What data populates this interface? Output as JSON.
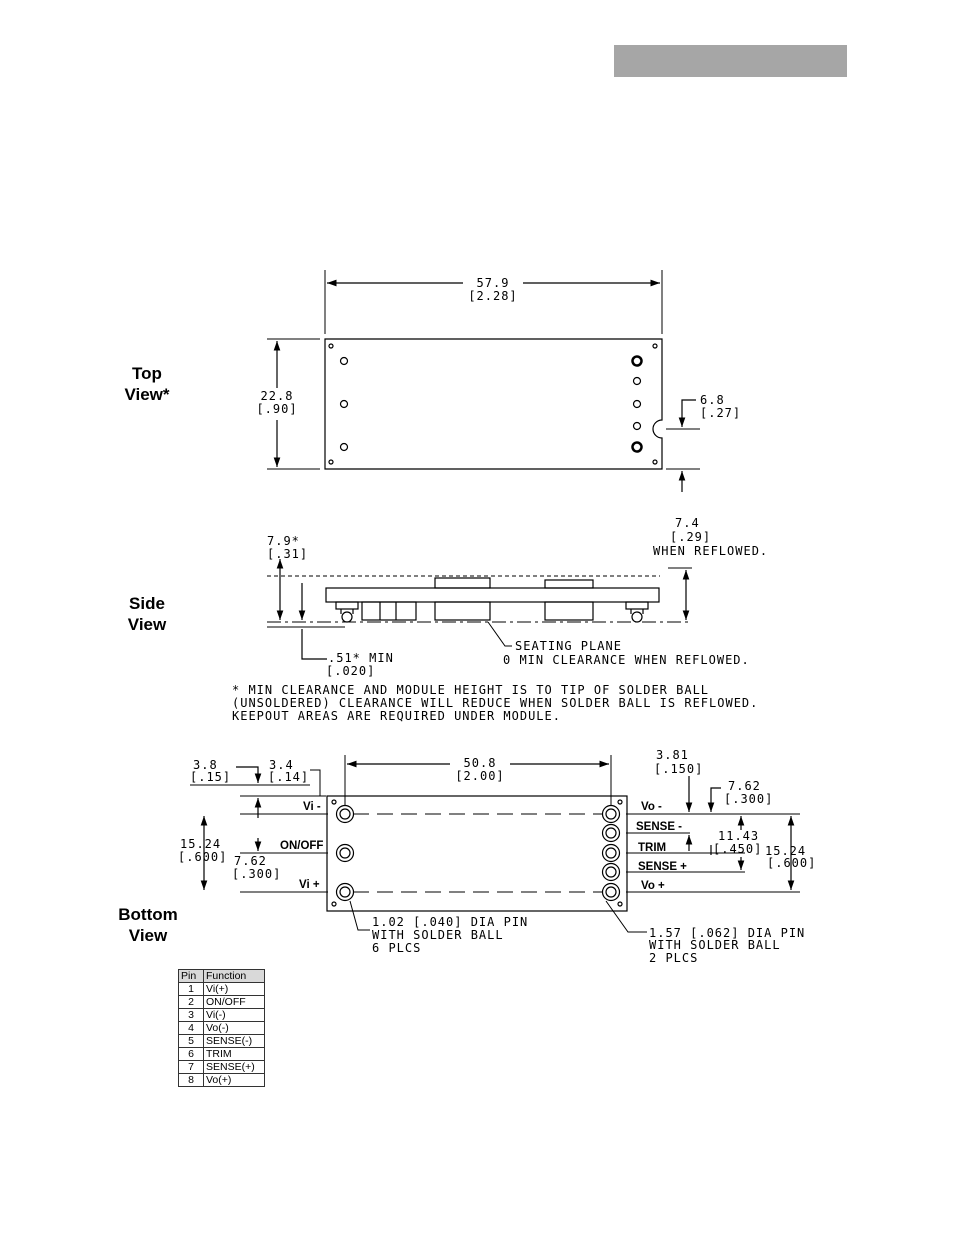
{
  "views": {
    "top": [
      "Top",
      "View*"
    ],
    "side": [
      "Side",
      "View"
    ],
    "bottom": [
      "Bottom",
      "View"
    ]
  },
  "top_view": {
    "width_mm": "57.9",
    "width_in": "[2.28]",
    "height_mm": "22.8",
    "height_in": "[.90]",
    "notch_mm": "6.8",
    "notch_in": "[.27]"
  },
  "side_view": {
    "height_mm": "7.9*",
    "height_in": "[.31]",
    "reflow_mm": "7.4",
    "reflow_in": "[.29]",
    "reflow_note": "WHEN REFLOWED.",
    "min_mm": ".51* MIN",
    "min_in": "[.020]",
    "seating_plane": "SEATING PLANE",
    "seating_note": "0 MIN CLEARANCE WHEN REFLOWED."
  },
  "note": [
    "* MIN CLEARANCE AND MODULE HEIGHT IS TO TIP OF SOLDER BALL",
    "(UNSOLDERED) CLEARANCE WILL REDUCE WHEN SOLDER BALL IS REFLOWED.",
    "KEEPOUT AREAS ARE REQUIRED UNDER MODULE."
  ],
  "bottom_view": {
    "d1_mm": "3.8",
    "d1_in": "[.15]",
    "d2_mm": "3.4",
    "d2_in": "[.14]",
    "d3_mm": "50.8",
    "d3_in": "[2.00]",
    "d4_mm": "3.81",
    "d4_in": "[.150]",
    "d5_mm": "7.62",
    "d5_in": "[.300]",
    "d6_mm": "11.43",
    "d6_in": "[.450]",
    "d7_mm": "15.24",
    "d7_in": "[.600]",
    "d8_mm": "15.24",
    "d8_in": "[.600]",
    "d9_mm": "7.62",
    "d9_in": "[.300]",
    "pin_labels": {
      "vi_minus": "Vi -",
      "on_off": "ON/OFF",
      "vi_plus": "Vi +",
      "vo_minus": "Vo -",
      "sense_minus": "SENSE -",
      "trim": "TRIM",
      "sense_plus": "SENSE +",
      "vo_plus": "Vo +"
    },
    "pin_note_small": [
      "1.02 [.040] DIA PIN",
      "WITH SOLDER BALL",
      "6 PLCS"
    ],
    "pin_note_large": [
      "1.57 [.062] DIA PIN",
      "WITH SOLDER BALL",
      "2 PLCS"
    ]
  },
  "pin_table": {
    "headers": [
      "Pin",
      "Function"
    ],
    "rows": [
      [
        "1",
        "Vi(+)"
      ],
      [
        "2",
        "ON/OFF"
      ],
      [
        "3",
        "Vi(-)"
      ],
      [
        "4",
        "Vo(-)"
      ],
      [
        "5",
        "SENSE(-)"
      ],
      [
        "6",
        "TRIM"
      ],
      [
        "7",
        "SENSE(+)"
      ],
      [
        "8",
        "Vo(+)"
      ]
    ]
  }
}
